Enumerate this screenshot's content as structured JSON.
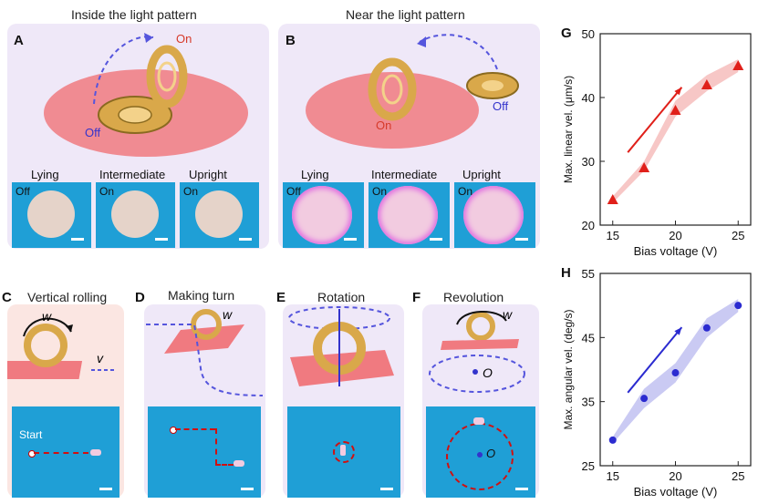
{
  "panels": {
    "A": {
      "letter": "A",
      "title": "Inside the light pattern",
      "on": "On",
      "off": "Off",
      "images": [
        {
          "caption": "Lying",
          "state": "Off"
        },
        {
          "caption": "Intermediate",
          "state": "On"
        },
        {
          "caption": "Upright",
          "state": "On"
        }
      ]
    },
    "B": {
      "letter": "B",
      "title": "Near the light pattern",
      "on": "On",
      "off": "Off",
      "images": [
        {
          "caption": "Lying",
          "state": "Off"
        },
        {
          "caption": "Intermediate",
          "state": "On"
        },
        {
          "caption": "Upright",
          "state": "On"
        }
      ]
    },
    "C": {
      "letter": "C",
      "title": "Vertical rolling",
      "w": "w",
      "v": "v",
      "start": "Start"
    },
    "D": {
      "letter": "D",
      "title": "Making turn",
      "w": "w"
    },
    "E": {
      "letter": "E",
      "title": "Rotation"
    },
    "F": {
      "letter": "F",
      "title": "Revolution",
      "w": "w",
      "o": "O"
    }
  },
  "colors": {
    "panel_pink": "#fbe6e2",
    "panel_lavender": "#efe8f8",
    "light_spot": "#f07a80",
    "micro_bg": "#1f9fd6",
    "red": "#e0201a",
    "blue": "#2b2bd0"
  },
  "chart_data": [
    {
      "id": "G",
      "letter": "G",
      "type": "line",
      "xlabel": "Bias voltage (V)",
      "ylabel": "Max. linear vel. (μm/s)",
      "x": [
        15,
        17.5,
        20,
        22.5,
        25
      ],
      "y": [
        24,
        29,
        38,
        42,
        45
      ],
      "band_lower": [
        23.5,
        28.5,
        37,
        41,
        44
      ],
      "band_upper": [
        24.5,
        30,
        39.5,
        43.5,
        46
      ],
      "xlim": [
        14,
        26
      ],
      "ylim": [
        20,
        50
      ],
      "xticks": [
        15,
        20,
        25
      ],
      "yticks": [
        20,
        30,
        40,
        50
      ],
      "marker": "triangle",
      "color": "#e0201a"
    },
    {
      "id": "H",
      "letter": "H",
      "type": "line",
      "xlabel": "Bias voltage (V)",
      "ylabel": "Max. angular vel. (deg/s)",
      "x": [
        15,
        17.5,
        20,
        22.5,
        25
      ],
      "y": [
        29,
        35.5,
        39.5,
        46.5,
        50
      ],
      "band_lower": [
        28.5,
        34,
        38,
        45,
        49
      ],
      "band_upper": [
        29.5,
        37,
        41,
        48,
        51
      ],
      "xlim": [
        14,
        26
      ],
      "ylim": [
        25,
        55
      ],
      "xticks": [
        15,
        20,
        25
      ],
      "yticks": [
        25,
        35,
        45,
        55
      ],
      "marker": "circle",
      "color": "#2b2bd0"
    }
  ]
}
